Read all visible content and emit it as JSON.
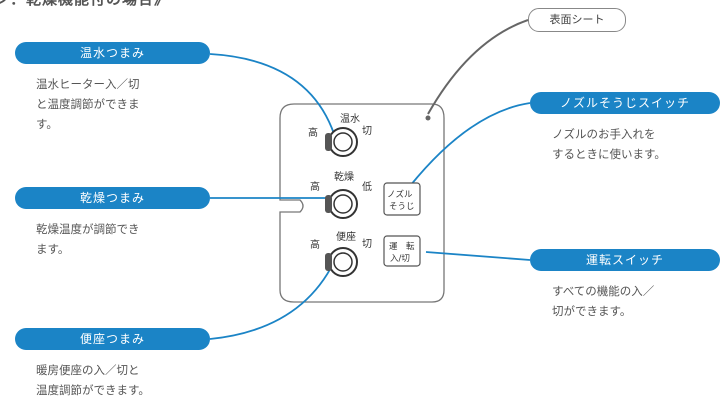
{
  "heading": "ン：乾燥機能付の場合》",
  "surface_sheet_label": "表面シート",
  "callouts": [
    {
      "label": "温水つまみ",
      "desc": "温水ヒーター入／切\nと温度調節ができま\nす。"
    },
    {
      "label": "乾燥つまみ",
      "desc": "乾燥温度が調節でき\nます。"
    },
    {
      "label": "便座つまみ",
      "desc": "暖房便座の入／切と\n温度調節ができます。"
    },
    {
      "label": "ノズルそうじスイッチ",
      "desc": "ノズルのお手入れを\nするときに使います。"
    },
    {
      "label": "運転スイッチ",
      "desc": "すべての機能の入／\n切ができます。"
    }
  ],
  "panel": {
    "knob1": {
      "name": "温水",
      "high": "高",
      "off": "切"
    },
    "knob2": {
      "name": "乾燥",
      "high": "高",
      "low": "低"
    },
    "knob3": {
      "name": "便座",
      "high": "高",
      "off": "切"
    },
    "nozzle_button": {
      "line1": "ノズル",
      "line2": "そうじ"
    },
    "run_button": {
      "line1": "運　転",
      "line2": "入/切"
    }
  },
  "colors": {
    "accent": "#1b84c6",
    "leader_grey": "#666666"
  }
}
